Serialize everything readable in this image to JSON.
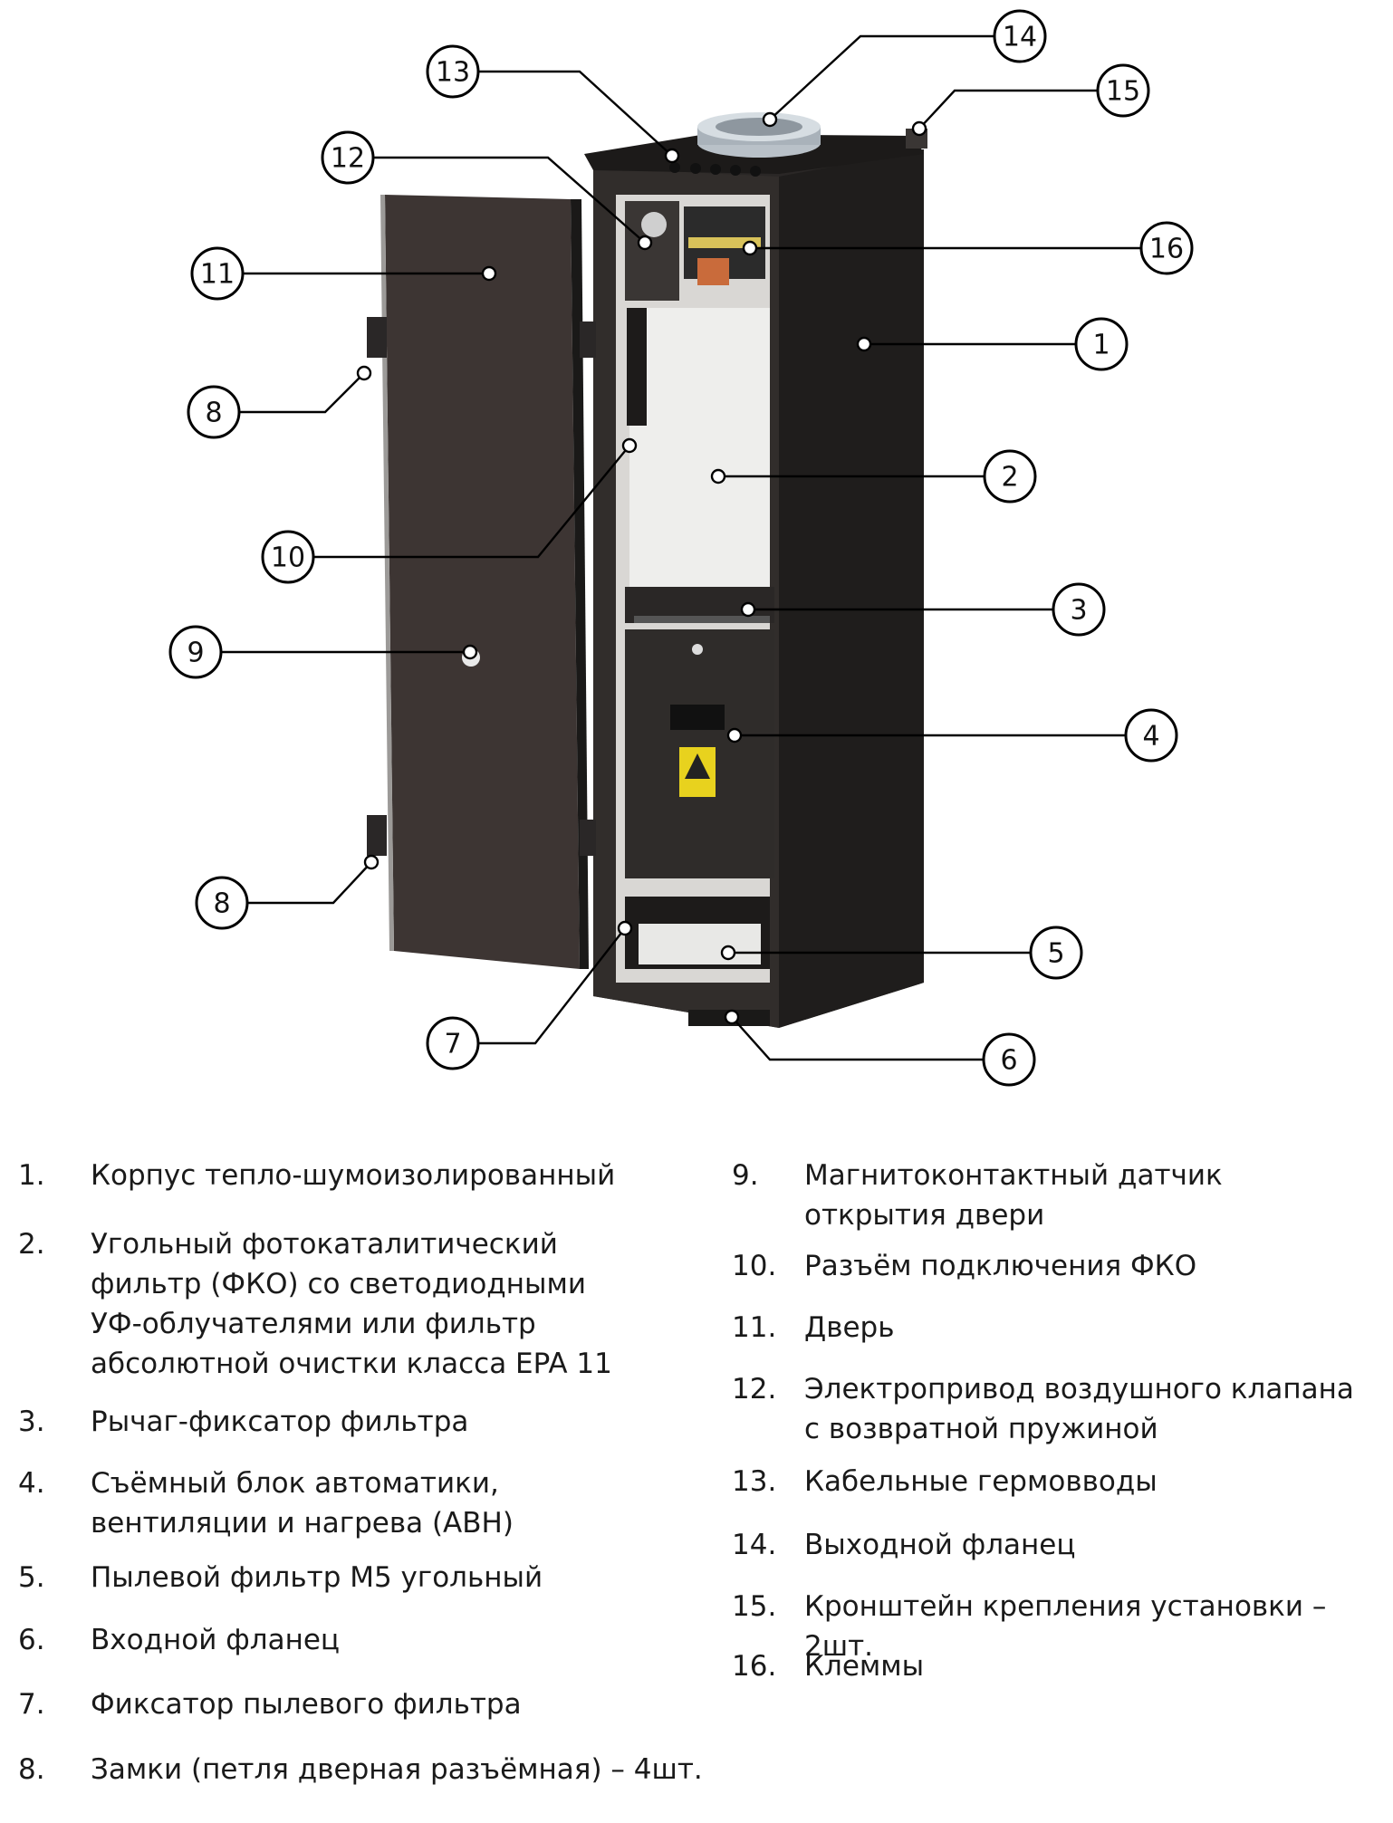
{
  "diagram": {
    "callouts": [
      {
        "id": "1",
        "label": "1"
      },
      {
        "id": "2",
        "label": "2"
      },
      {
        "id": "3",
        "label": "3"
      },
      {
        "id": "4",
        "label": "4"
      },
      {
        "id": "5",
        "label": "5"
      },
      {
        "id": "6",
        "label": "6"
      },
      {
        "id": "7",
        "label": "7"
      },
      {
        "id": "8a",
        "label": "8"
      },
      {
        "id": "8b",
        "label": "8"
      },
      {
        "id": "9",
        "label": "9"
      },
      {
        "id": "10",
        "label": "10"
      },
      {
        "id": "11",
        "label": "11"
      },
      {
        "id": "12",
        "label": "12"
      },
      {
        "id": "13",
        "label": "13"
      },
      {
        "id": "14",
        "label": "14"
      },
      {
        "id": "15",
        "label": "15"
      },
      {
        "id": "16",
        "label": "16"
      }
    ]
  },
  "legend": {
    "left": [
      {
        "num": "1.",
        "text": "Корпус тепло-шумоизолированный"
      },
      {
        "num": "2.",
        "text": "Угольный фотокаталитический\nфильтр (ФКО) со светодиодными\nУФ-облучателями или фильтр\nабсолютной очистки класса EPA 11"
      },
      {
        "num": "3.",
        "text": "Рычаг-фиксатор фильтра"
      },
      {
        "num": "4.",
        "text": "Съёмный блок автоматики,\nвентиляции и нагрева (АВН)"
      },
      {
        "num": "5.",
        "text": "Пылевой фильтр М5 угольный"
      },
      {
        "num": "6.",
        "text": "Входной фланец"
      },
      {
        "num": "7.",
        "text": "Фиксатор пылевого фильтра"
      },
      {
        "num": "8.",
        "text": "Замки (петля дверная разъёмная) – 4шт."
      }
    ],
    "right": [
      {
        "num": "9.",
        "text": "Магнитоконтактный датчик\nоткрытия двери"
      },
      {
        "num": "10.",
        "text": "Разъём подключения ФКО"
      },
      {
        "num": "11.",
        "text": "Дверь"
      },
      {
        "num": "12.",
        "text": "Электропривод воздушного клапана\nс возвратной пружиной"
      },
      {
        "num": "13.",
        "text": "Кабельные гермовводы"
      },
      {
        "num": "14.",
        "text": "Выходной фланец"
      },
      {
        "num": "15.",
        "text": "Кронштейн крепления установки – 2шт."
      },
      {
        "num": "16.",
        "text": "Клеммы"
      }
    ]
  }
}
